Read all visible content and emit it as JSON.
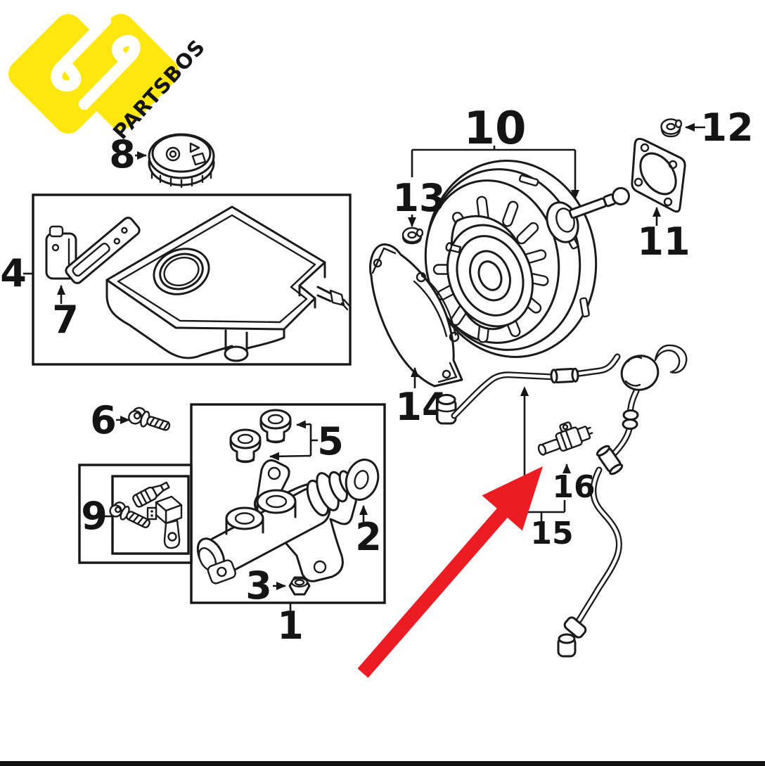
{
  "page": {
    "background_color": "#ffffff",
    "bottom_bar_color": "#111111",
    "line_color": "#1a1a1a"
  },
  "logo": {
    "text": "PARTSBOS",
    "shape_color": "#FFE70D",
    "text_color": "#C5202B"
  },
  "highlight_arrow": {
    "color": "#ED1C24",
    "points_to_part": "16"
  },
  "callouts": {
    "c1": {
      "label": "1"
    },
    "c2": {
      "label": "2"
    },
    "c3": {
      "label": "3"
    },
    "c4": {
      "label": "4"
    },
    "c5": {
      "label": "5"
    },
    "c6": {
      "label": "6"
    },
    "c7": {
      "label": "7"
    },
    "c8": {
      "label": "8"
    },
    "c9": {
      "label": "9"
    },
    "c10": {
      "label": "10"
    },
    "c11": {
      "label": "11"
    },
    "c12": {
      "label": "12"
    },
    "c13": {
      "label": "13"
    },
    "c14": {
      "label": "14"
    },
    "c15": {
      "label": "15"
    },
    "c16": {
      "label": "16"
    }
  },
  "parts": {
    "icons": [
      "reservoir-cap",
      "fluid-reservoir",
      "retainer-clip",
      "rail-bracket",
      "mount-bolt",
      "grommets",
      "master-cylinder",
      "mount-nut",
      "seal-ring",
      "sensor-kit",
      "brake-booster",
      "gasket",
      "booster-nut",
      "flange-nut",
      "heat-shield",
      "vacuum-pipe",
      "pressure-sensor"
    ]
  }
}
